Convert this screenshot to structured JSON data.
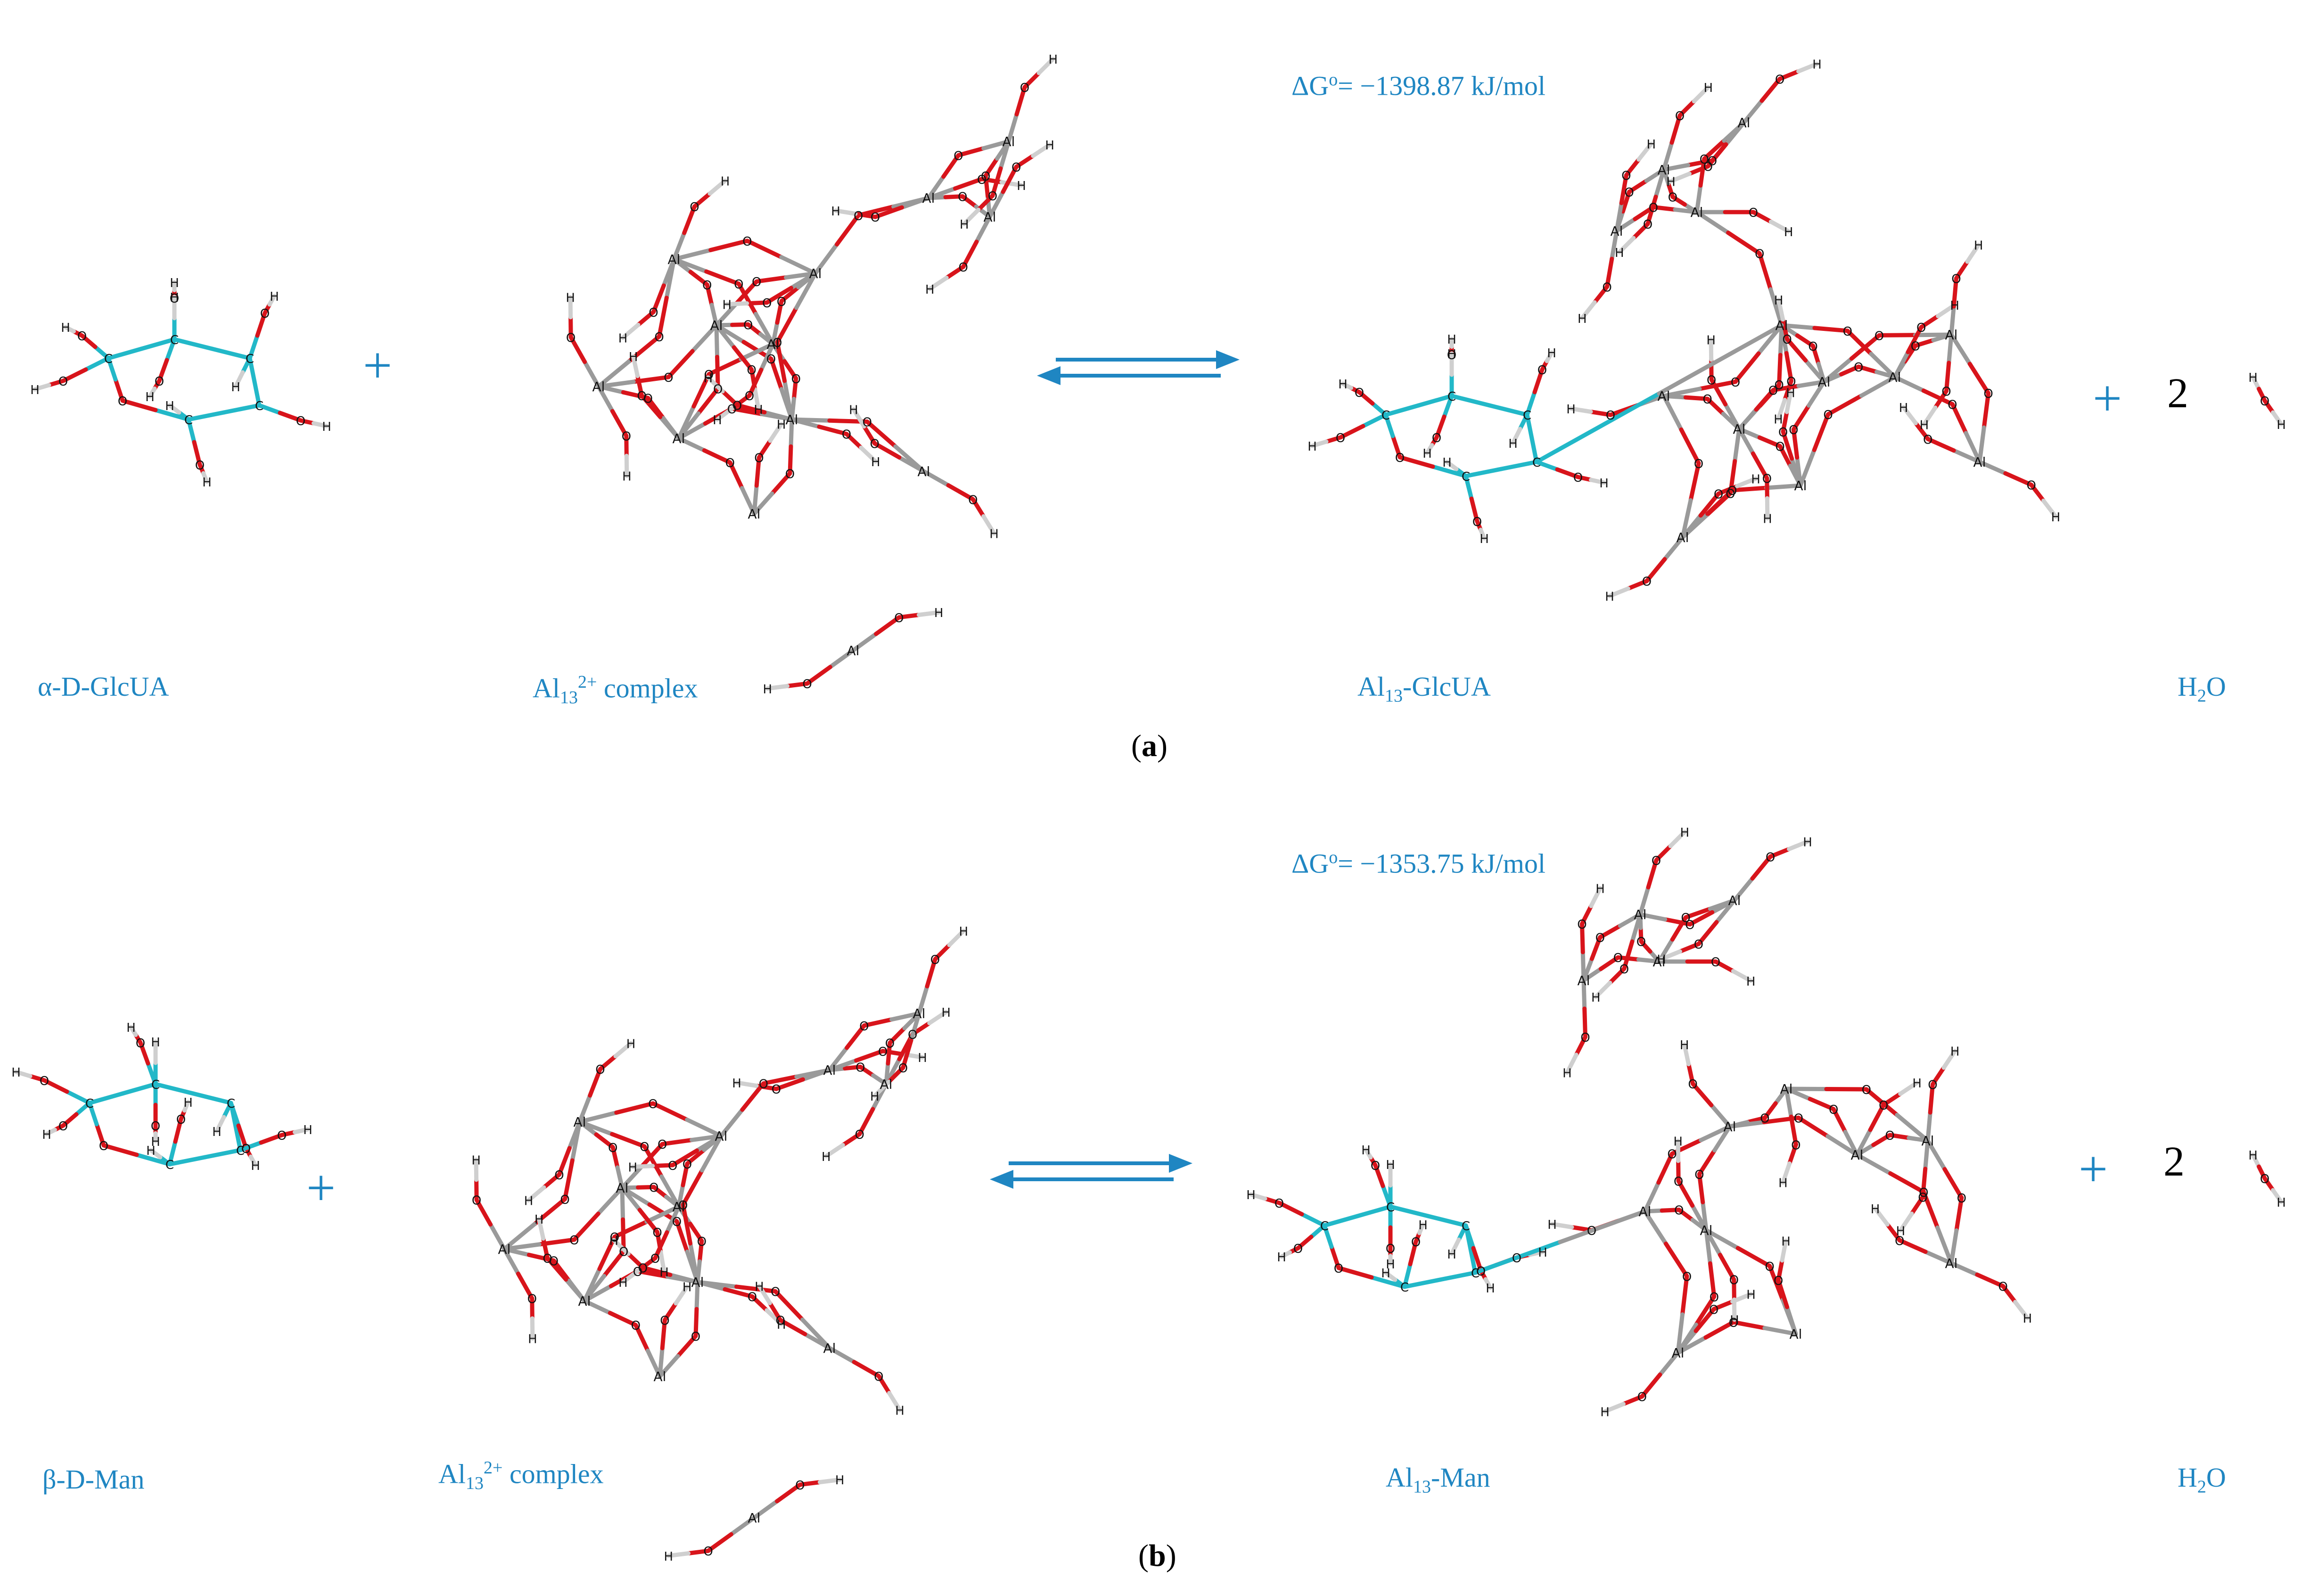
{
  "colors": {
    "label": "#1f86c2",
    "carbon": "#22b8c8",
    "oxygen": "#d8141b",
    "aluminium": "#9a9a9a",
    "hydrogen": "#cfcfcf"
  },
  "atoms": {
    "h": "H",
    "o": "O",
    "c": "C",
    "al": "Al"
  },
  "panel_a": {
    "reactant1": "α-D-GlcUA",
    "reactant2": {
      "main": "Al",
      "sub": "13",
      "sup": "2+",
      "rest": " complex"
    },
    "product1": {
      "main": "Al",
      "sub": "13",
      "rest": "-GlcUA"
    },
    "product2": {
      "main": "H",
      "sub": "2",
      "rest": "O"
    },
    "plus": "+",
    "coefficient": "2",
    "delta_g": {
      "symbol": "ΔG",
      "sup": "o",
      "value": "= −1398.87 kJ/mol"
    },
    "caption_open": "(",
    "caption_letter": "a",
    "caption_close": ")"
  },
  "panel_b": {
    "reactant1": "β-D-Man",
    "reactant2": {
      "main": "Al",
      "sub": "13",
      "sup": "2+",
      "rest": " complex"
    },
    "product1": {
      "main": "Al",
      "sub": "13",
      "rest": "-Man"
    },
    "product2": {
      "main": "H",
      "sub": "2",
      "rest": "O"
    },
    "plus": "+",
    "coefficient": "2",
    "delta_g": {
      "symbol": "ΔG",
      "sup": "o",
      "value": "= −1353.75 kJ/mol"
    },
    "caption_open": "(",
    "caption_letter": "b",
    "caption_close": ")"
  }
}
